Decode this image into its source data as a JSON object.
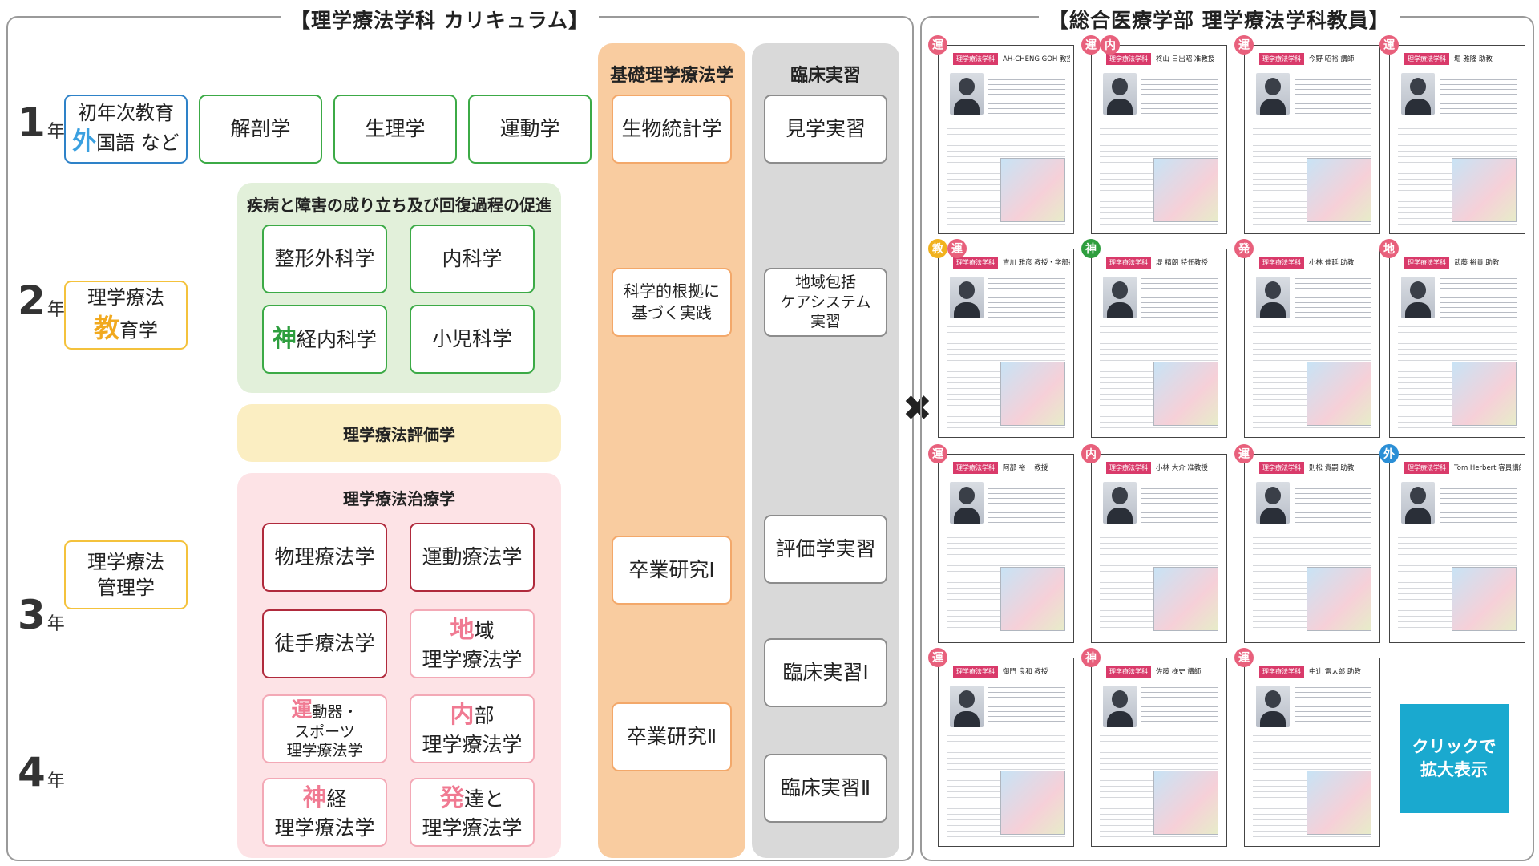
{
  "curriculum": {
    "title": "【理学療法学科 カリキュラム】",
    "years": [
      {
        "num": "1",
        "unit": "年"
      },
      {
        "num": "2",
        "unit": "年"
      },
      {
        "num": "3",
        "unit": "年"
      },
      {
        "num": "4",
        "unit": "年"
      }
    ],
    "general": {
      "freshman": {
        "line1": "初年次教育",
        "hl": "外",
        "rest": "国語 など"
      },
      "education": {
        "line1": "理学療法",
        "hl": "教",
        "rest": "育学"
      },
      "management": {
        "line1": "理学療法",
        "line2": "管理学"
      }
    },
    "basics": [
      "解剖学",
      "生理学",
      "運動学"
    ],
    "disease_panel": {
      "title": "疾病と障害の成り立ち及び回復過程の促進",
      "courses": {
        "ortho": "整形外科学",
        "internal": "内科学",
        "neuro_hl": "神",
        "neuro_rest": "経内科学",
        "pediatrics": "小児科学"
      }
    },
    "evaluation_panel": {
      "title": "理学療法評価学"
    },
    "treatment_panel": {
      "title": "理学療法治療学",
      "courses": {
        "physical_agents": "物理療法学",
        "exercise": "運動療法学",
        "manual": "徒手療法学",
        "community_hl": "地",
        "community_rest1": "域",
        "community_rest2": "理学療法学",
        "sports_hl": "運",
        "sports_rest1": "動器・",
        "sports_rest2": "スポーツ",
        "sports_rest3": "理学療法学",
        "internal_hl": "内",
        "internal_rest1": "部",
        "internal_rest2": "理学療法学",
        "neuro_hl": "神",
        "neuro_rest1": "経",
        "neuro_rest2": "理学療法学",
        "develop_hl": "発",
        "develop_rest1": "達と",
        "develop_rest2": "理学療法学"
      }
    },
    "basic_pt": {
      "title": "基礎理学療法学",
      "courses": [
        "生物統計学",
        "科学的根拠に",
        "基づく実践",
        "卒業研究Ⅰ",
        "卒業研究Ⅱ"
      ]
    },
    "clinical": {
      "title": "臨床実習",
      "courses": [
        "見学実習",
        "地域包括",
        "ケアシステム",
        "実習",
        "評価学実習",
        "臨床実習Ⅰ",
        "臨床実習Ⅱ"
      ]
    }
  },
  "cross_symbol": "✖",
  "faculty": {
    "title": "【総合医療学部 理学療法学科教員】",
    "dept_label": "理学療法学科",
    "cards": [
      {
        "name": "AH-CHENG GOH 教授",
        "badges": [
          {
            "t": "運",
            "c": "pink"
          }
        ]
      },
      {
        "name": "柊山 日出昭 准教授",
        "badges": [
          {
            "t": "運",
            "c": "pink"
          },
          {
            "t": "内",
            "c": "pink"
          }
        ]
      },
      {
        "name": "今野 昭裕 講師",
        "badges": [
          {
            "t": "運",
            "c": "pink"
          }
        ]
      },
      {
        "name": "堀 雅隆 助教",
        "badges": [
          {
            "t": "運",
            "c": "pink"
          }
        ]
      },
      {
        "name": "吉川 雅彦 教授・学部長",
        "badges": [
          {
            "t": "教",
            "c": "yellow"
          },
          {
            "t": "運",
            "c": "pink"
          }
        ]
      },
      {
        "name": "堤 精朗 特任教授",
        "badges": [
          {
            "t": "神",
            "c": "green"
          }
        ]
      },
      {
        "name": "小林 佳延 助教",
        "badges": [
          {
            "t": "発",
            "c": "pink"
          }
        ]
      },
      {
        "name": "武藤 裕貴 助教",
        "badges": [
          {
            "t": "地",
            "c": "pink"
          }
        ]
      },
      {
        "name": "阿部 裕一 教授",
        "badges": [
          {
            "t": "運",
            "c": "pink"
          }
        ]
      },
      {
        "name": "小林 大介 准教授",
        "badges": [
          {
            "t": "内",
            "c": "pink"
          }
        ]
      },
      {
        "name": "則松 貴嗣 助教",
        "badges": [
          {
            "t": "運",
            "c": "pink"
          }
        ]
      },
      {
        "name": "Tom Herbert 客員講師",
        "badges": [
          {
            "t": "外",
            "c": "blue"
          }
        ]
      },
      {
        "name": "御門 良和 教授",
        "badges": [
          {
            "t": "運",
            "c": "pink"
          }
        ]
      },
      {
        "name": "佐藤 様史 講師",
        "badges": [
          {
            "t": "神",
            "c": "pink"
          }
        ]
      },
      {
        "name": "中辻 雷太郎 助教",
        "badges": [
          {
            "t": "運",
            "c": "pink"
          }
        ]
      }
    ],
    "zoom_button": {
      "line1": "クリックで",
      "line2": "拡大表示"
    }
  }
}
